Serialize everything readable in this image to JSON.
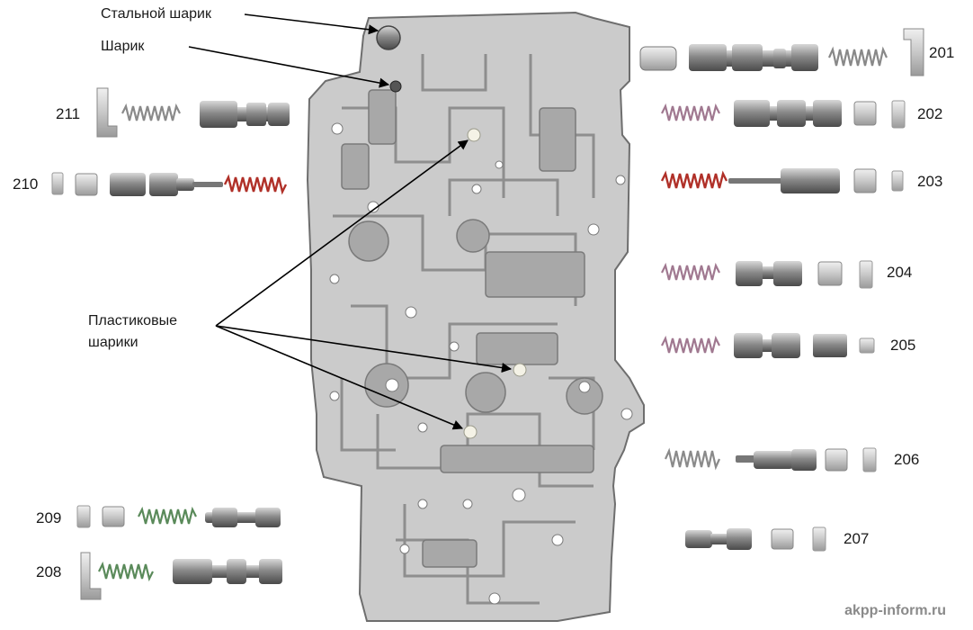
{
  "labels": {
    "steel_ball": "Стальной шарик",
    "ball": "Шарик",
    "plastic_balls_1": "Пластиковые",
    "plastic_balls_2": "шарики"
  },
  "parts": {
    "p201": "201",
    "p202": "202",
    "p203": "203",
    "p204": "204",
    "p205": "205",
    "p206": "206",
    "p207": "207",
    "p208": "208",
    "p209": "209",
    "p210": "210",
    "p211": "211"
  },
  "watermark": "akpp-inform.ru",
  "colors": {
    "plate": "#c9c9c9",
    "plate_edge": "#6e6e6e",
    "valve": "#6f6f6f",
    "spring_gray": "#8a8a8a",
    "spring_red": "#b03028",
    "spring_pink": "#a07890",
    "spring_green": "#5a8a5a"
  }
}
